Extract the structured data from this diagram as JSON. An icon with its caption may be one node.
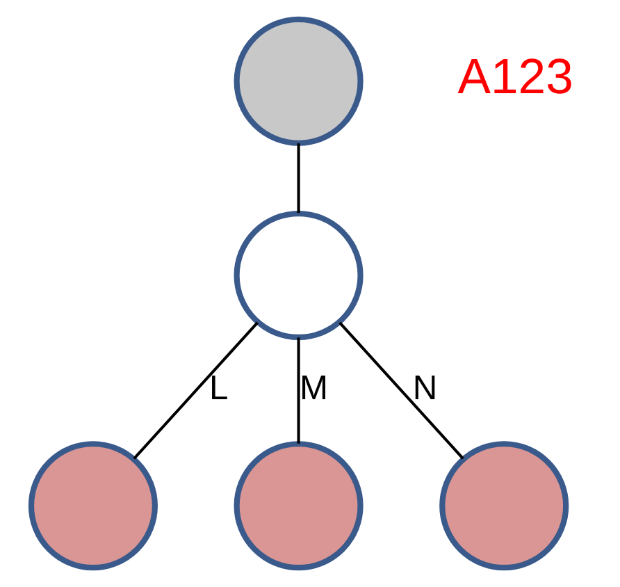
{
  "diagram": {
    "nodes": [
      {
        "text": [],
        "shape": "circle"
      },
      {
        "text": [],
        "shape": "circle"
      },
      {
        "text": [],
        "shape": "circle"
      },
      {
        "text": [],
        "shape": "circle"
      },
      {
        "text": [],
        "shape": "circle"
      }
    ],
    "edges": [
      {
        "from": 0,
        "to": 1,
        "arrow": "none"
      },
      {
        "from": 1,
        "to": 2,
        "arrow": "none",
        "label": "L"
      },
      {
        "from": 1,
        "to": 3,
        "arrow": "none",
        "label": "M"
      },
      {
        "from": 1,
        "to": 4,
        "arrow": "none",
        "label": "N"
      }
    ],
    "labels": [
      "A123"
    ]
  }
}
